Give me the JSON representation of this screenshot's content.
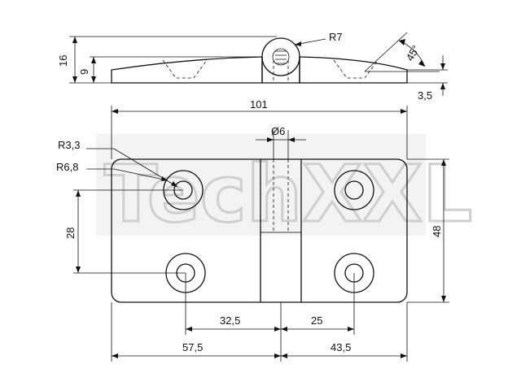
{
  "drawing": {
    "watermark": "TechXXL",
    "side_view": {
      "height_total": "16",
      "height_leaf": "9",
      "knuckle_radius": "R7",
      "countersink_angle": "45°",
      "leaf_thickness": "3,5"
    },
    "top_view": {
      "overall_width": "101",
      "pin_diameter": "Ø6",
      "hole_radius": "R3,3",
      "counterbore_radius": "R6,8",
      "hole_spacing_vertical": "28",
      "overall_height": "48",
      "dim_left_inner": "32,5",
      "dim_right_inner": "25",
      "dim_left_outer": "57,5",
      "dim_right_outer": "43,5"
    }
  }
}
